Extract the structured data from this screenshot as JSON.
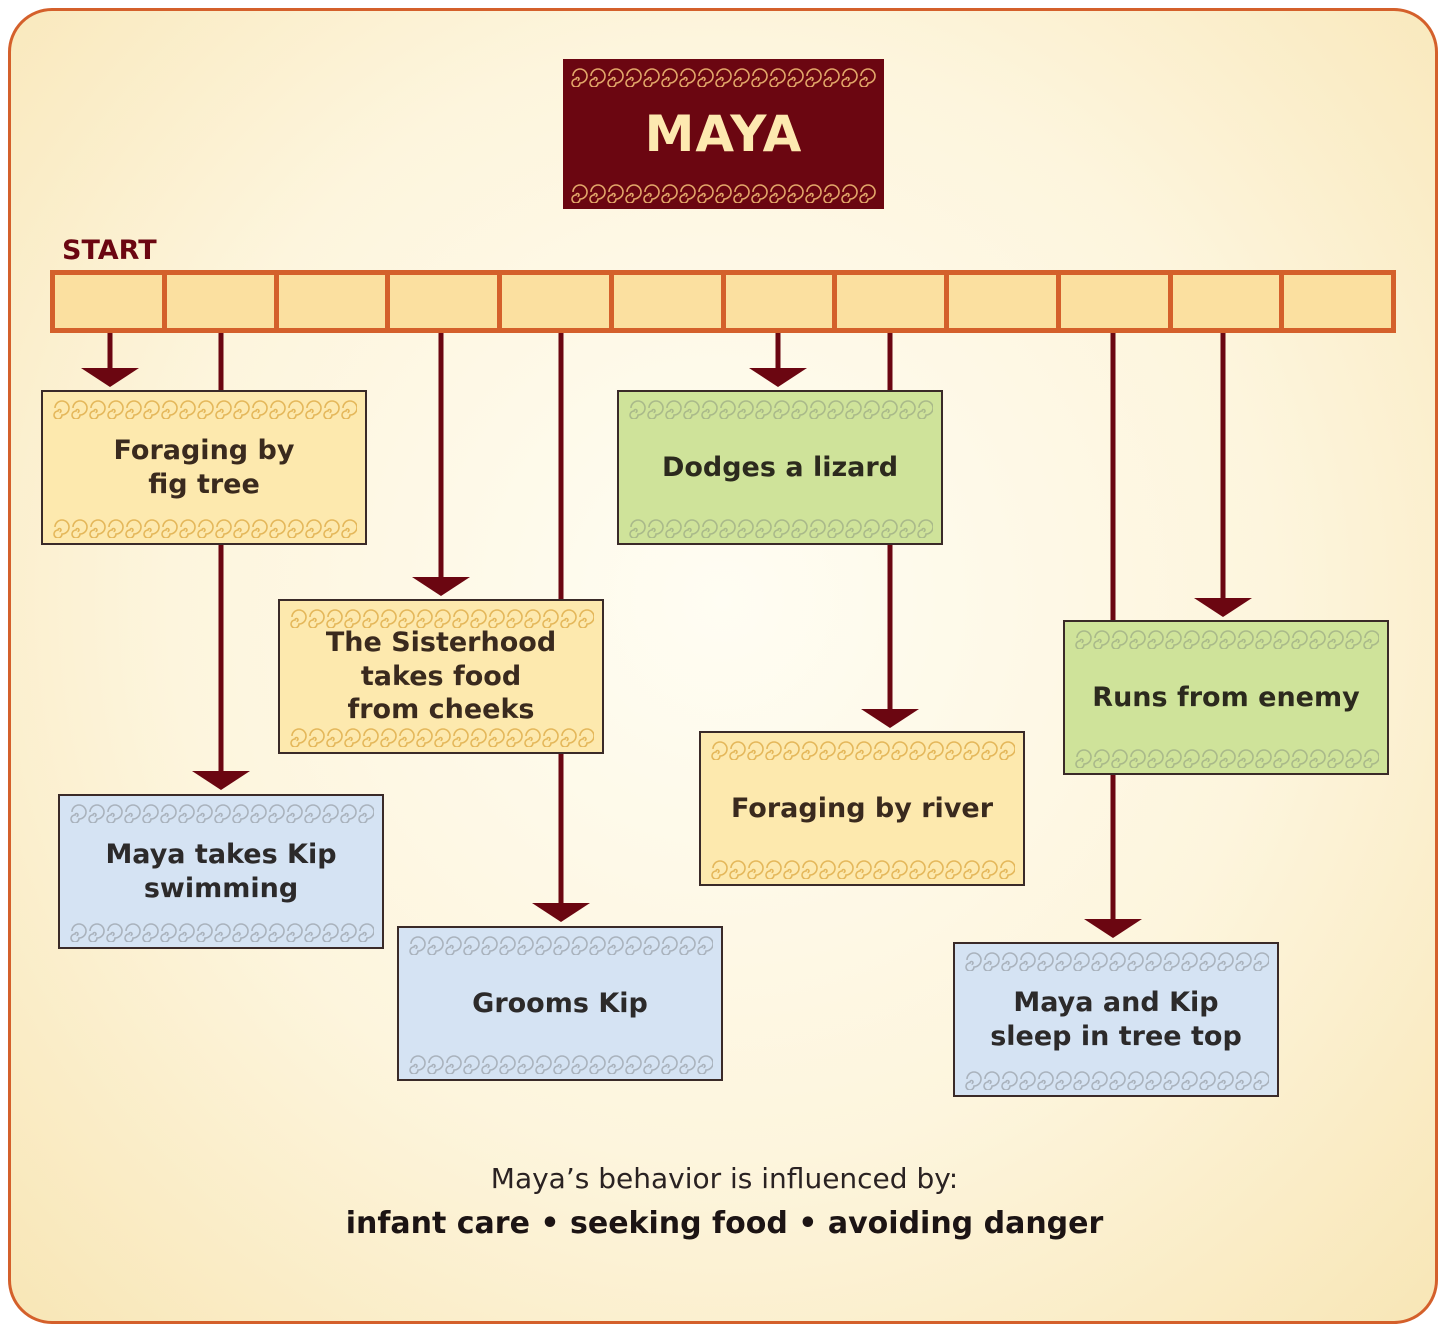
{
  "title": "MAYA",
  "start_label": "START",
  "timeline_cells": 12,
  "events": [
    {
      "label": "Foraging by\nfig tree",
      "category": "seeking food",
      "color": "yellow"
    },
    {
      "label": "Maya takes Kip\nswimming",
      "category": "infant care",
      "color": "blue"
    },
    {
      "label": "The Sisterhood\ntakes food\nfrom cheeks",
      "category": "seeking food",
      "color": "yellow"
    },
    {
      "label": "Grooms Kip",
      "category": "infant care",
      "color": "blue"
    },
    {
      "label": "Dodges a lizard",
      "category": "avoiding danger",
      "color": "green"
    },
    {
      "label": "Foraging by river",
      "category": "seeking food",
      "color": "yellow"
    },
    {
      "label": "Runs from enemy",
      "category": "avoiding danger",
      "color": "green"
    },
    {
      "label": "Maya and Kip\nsleep in tree top",
      "category": "infant care",
      "color": "blue"
    }
  ],
  "caption": {
    "line1": "Maya’s behavior is influenced by:",
    "line2": "infant care • seeking food • avoiding danger"
  },
  "colors": {
    "frame_border": "#d4602b",
    "title_plate": "#6b0611",
    "connector": "#6b0611",
    "yellow_box": "#fde9ae",
    "green_box": "#cfe39a",
    "blue_box": "#d5e3f3"
  }
}
